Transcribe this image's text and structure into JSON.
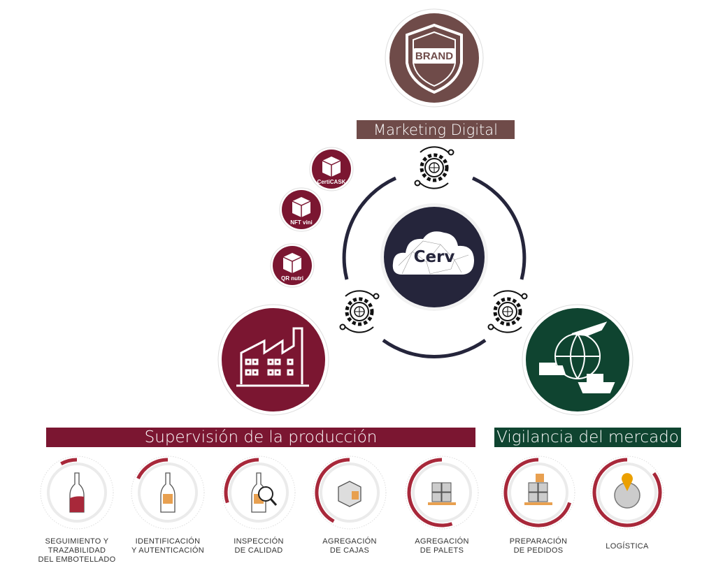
{
  "top": {
    "brand_badge": "BRAND",
    "title": "Marketing Digital"
  },
  "center": {
    "cloud_label": "Cerv"
  },
  "products": [
    {
      "label": "CertiCASK"
    },
    {
      "label": "NFT vini"
    },
    {
      "label": "QR nutri"
    }
  ],
  "sections": {
    "production": "Supervisión de la producción",
    "market": "Vigilancia del mercado"
  },
  "colors": {
    "brand": "#6f4b49",
    "maroon": "#7b1631",
    "green": "#0f4430",
    "navy": "#25253b",
    "arc": "#a8283a",
    "orange": "#e8a050"
  },
  "steps": [
    {
      "label": [
        "SEGUIMIENTO Y",
        "TRAZABILIDAD",
        "DEL EMBOTELLADO"
      ],
      "icon": "wine-bottle-icon",
      "arc_fraction": 0.08
    },
    {
      "label": [
        "IDENTIFICACIÓN",
        "Y AUTENTICACIÓN"
      ],
      "icon": "qr-bottle-icon",
      "arc_fraction": 0.18
    },
    {
      "label": [
        "INSPECCIÓN",
        "DE CALIDAD"
      ],
      "icon": "magnifier-bottle-icon",
      "arc_fraction": 0.3
    },
    {
      "label": [
        "AGREGACIÓN",
        "DE CAJAS"
      ],
      "icon": "box-icon",
      "arc_fraction": 0.42
    },
    {
      "label": [
        "AGREGACIÓN",
        "DE PALETS"
      ],
      "icon": "pallet-icon",
      "arc_fraction": 0.55
    },
    {
      "label": [
        "PREPARACIÓN",
        "DE PEDIDOS"
      ],
      "icon": "scanner-pallet-icon",
      "arc_fraction": 0.7
    },
    {
      "label": [
        "LOGÍSTICA"
      ],
      "icon": "globe-pin-icon",
      "arc_fraction": 0.85
    }
  ]
}
